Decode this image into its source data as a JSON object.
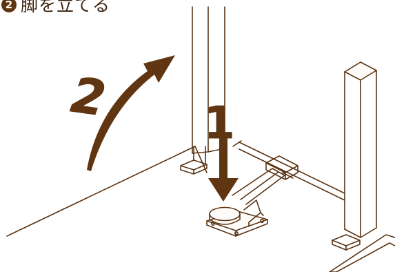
{
  "caption": {
    "step_number": "2",
    "text": "脚を立てる"
  },
  "labels": {
    "step_1": "1",
    "step_2": "2"
  },
  "colors": {
    "outline": "#5a3413",
    "brown": "#5f3512",
    "fill_light": "#fdfbf8",
    "background": "#ffffff"
  },
  "icons": {
    "arrow_1": "down-arrow",
    "arrow_2": "curved-up-arrow"
  }
}
